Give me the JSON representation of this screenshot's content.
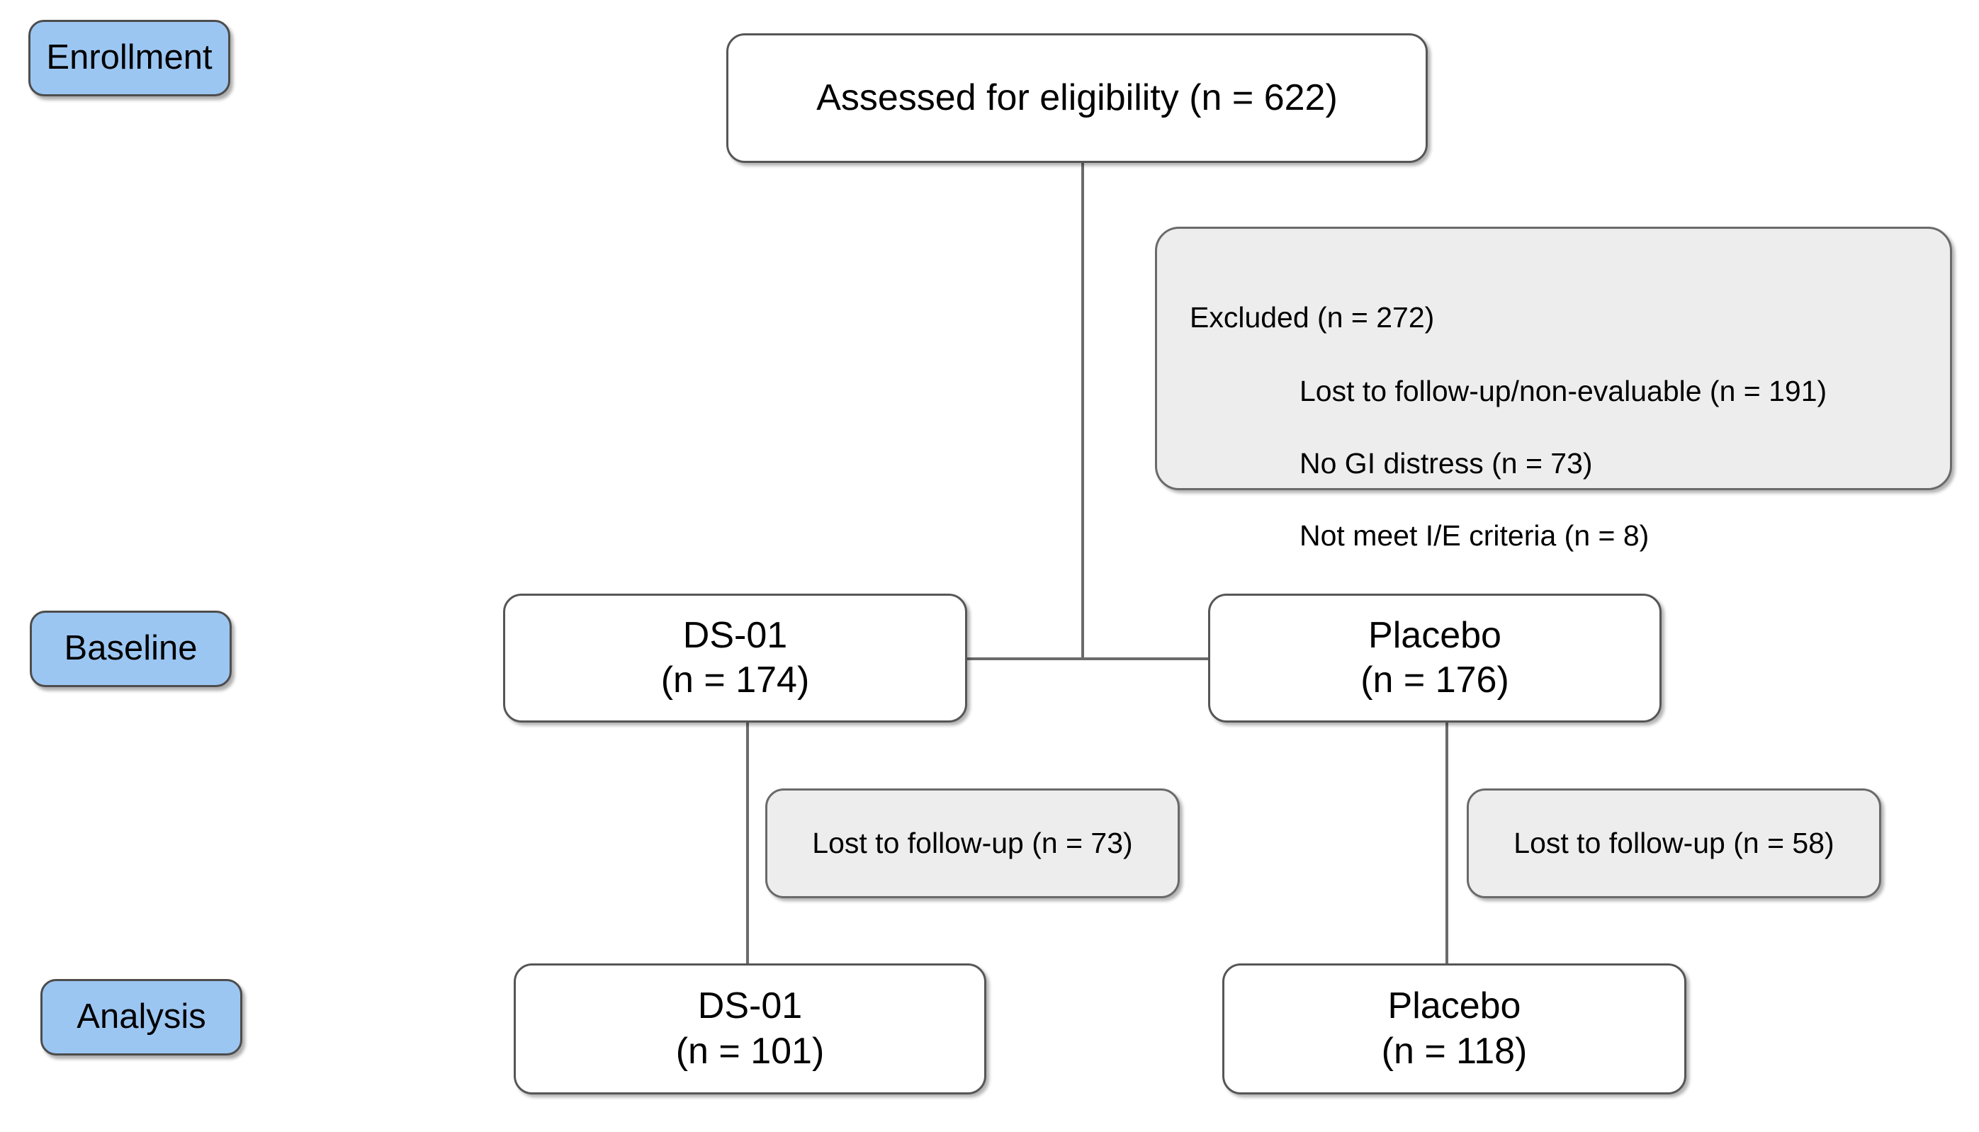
{
  "diagram": {
    "title": "CONSORT participant flow diagram",
    "colors": {
      "stage_chip_fill": "#9CC6F2",
      "stage_chip_border": "#4D4D4D",
      "node_fill": "#FFFFFF",
      "node_border": "#565656",
      "exclusion_fill": "#EDEDED",
      "exclusion_border": "#6A6A6A",
      "connector": "#6B6B6B",
      "background": "#FFFFFF",
      "text": "#000000"
    },
    "stages": [
      {
        "id": "enrollment",
        "label": "Enrollment"
      },
      {
        "id": "baseline",
        "label": "Baseline"
      },
      {
        "id": "analysis",
        "label": "Analysis"
      }
    ],
    "nodes": {
      "assessed": {
        "label": "Assessed for eligibility (n = 622)",
        "n": 622
      },
      "excluded": {
        "heading": "Excluded (n = 272)",
        "n": 272,
        "reasons": [
          {
            "label": "Lost to follow-up/non-evaluable (n = 191)",
            "n": 191
          },
          {
            "label": "No GI distress (n = 73)",
            "n": 73
          },
          {
            "label": "Not meet I/E criteria (n = 8)",
            "n": 8
          }
        ]
      },
      "baseline_ds01": {
        "line1": "DS-01",
        "line2": "(n = 174)",
        "n": 174
      },
      "baseline_placebo": {
        "line1": "Placebo",
        "line2": "(n = 176)",
        "n": 176
      },
      "lost_ds01": {
        "label": "Lost to follow-up (n = 73)",
        "n": 73
      },
      "lost_placebo": {
        "label": "Lost to follow-up (n = 58)",
        "n": 58
      },
      "analysis_ds01": {
        "line1": "DS-01",
        "line2": "(n = 101)",
        "n": 101
      },
      "analysis_placebo": {
        "line1": "Placebo",
        "line2": "(n = 118)",
        "n": 118
      }
    }
  }
}
